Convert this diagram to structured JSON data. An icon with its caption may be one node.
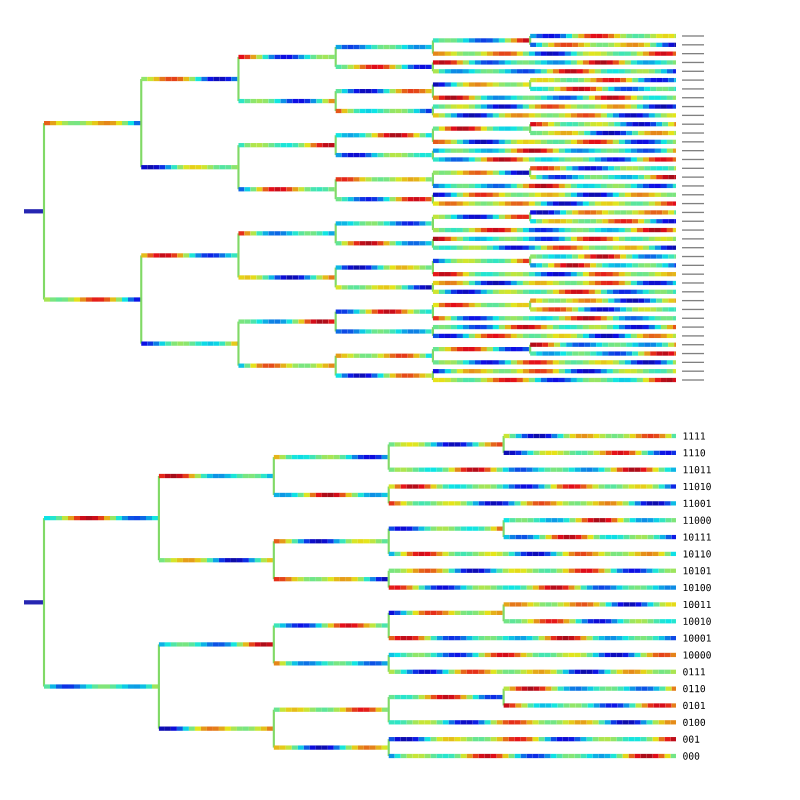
{
  "diagram": {
    "labels": [
      "1111",
      "1110",
      "11011",
      "11010",
      "11001",
      "11000",
      "10111",
      "10110",
      "10101",
      "10100",
      "10011",
      "10010",
      "10001",
      "10000",
      "0111",
      "0110",
      "0101",
      "0100",
      "001",
      "000"
    ]
  }
}
